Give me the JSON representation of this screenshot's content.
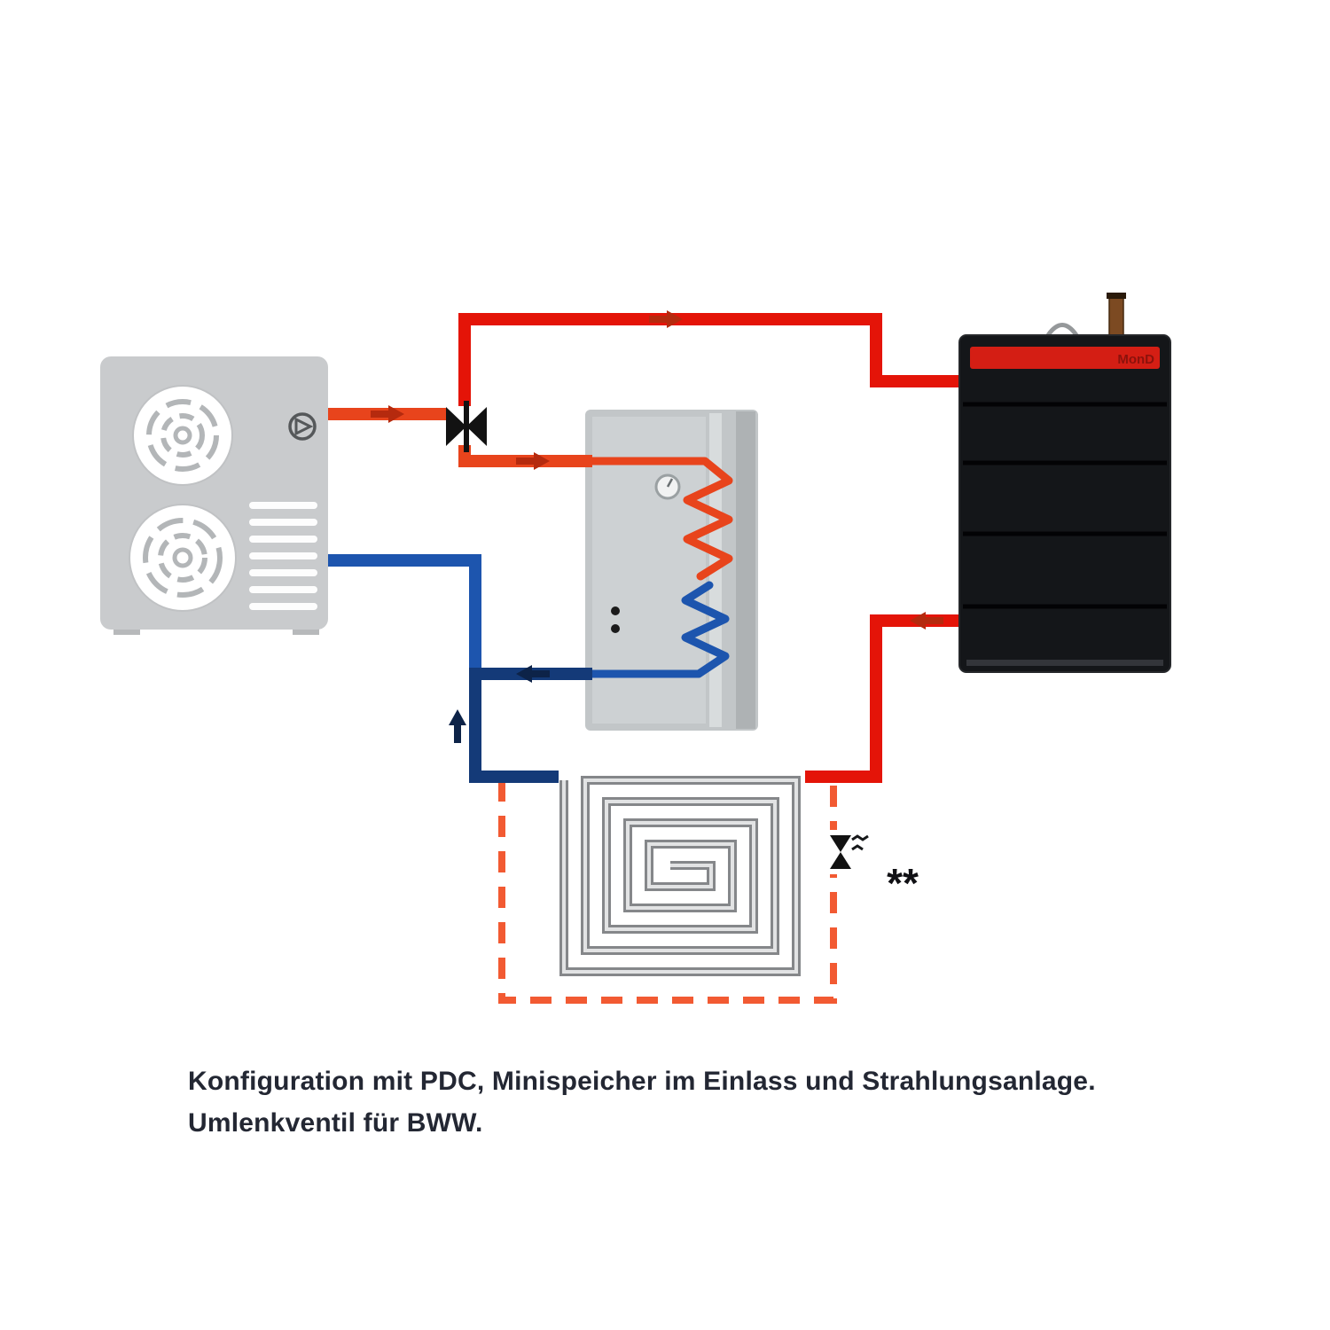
{
  "colors": {
    "hot": "#e8441c",
    "hot_deep": "#e41408",
    "cold": "#1d55ae",
    "cold_dark": "#143a78",
    "arrow_hot": "#b52a0e",
    "arrow_cold": "#0d2348",
    "dashed_line": "#f25a32",
    "spiral_tube": "#85878a",
    "spiral_core": "#e2e3e4",
    "valve_black": "#121212",
    "boiler_stripe": "#d41e14",
    "boiler_brand_text": "#8c120c",
    "caption_text": "#232733"
  },
  "labels": {
    "boiler_brand": "MonD",
    "bypass_note": "**",
    "caption_line1": "Konfiguration mit PDC, Minispeicher im Einlass und Strahlungsanlage.",
    "caption_line2": "Umlenkventil für BWW."
  },
  "icons": {
    "heat_pump_fan": "fan-icon",
    "circulation_pump": "pump-icon",
    "diverter_valve": "diverter-valve-icon",
    "tank_thermometer": "thermometer-icon",
    "bypass_valve": "hourglass-valve-icon",
    "flow_direction": "flow-arrow-icon"
  }
}
